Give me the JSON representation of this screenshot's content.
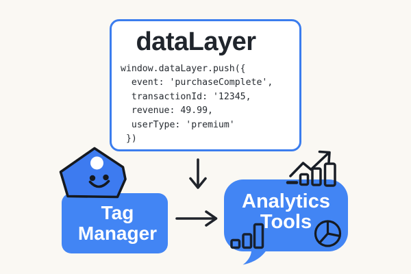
{
  "colors": {
    "background": "#FAF8F3",
    "brand_blue": "#4285F4",
    "tag_icon_blue": "#3D7BF0",
    "panel_border_blue": "#3B7DEE",
    "ink_black": "#20242B",
    "panel_title_color": "#20252C",
    "code_text_color": "#262B31",
    "text_on_blue": "#FFFFFF"
  },
  "panel": {
    "title": "dataLayer",
    "code": "window.dataLayer.push({\n  event: 'purchaseComplete',\n  transactionId: '12345,\n  revenue: 49.99,\n  userType: 'premium'\n })"
  },
  "nodes": {
    "tag_manager": {
      "line1": "Tag",
      "line2": "Manager"
    },
    "analytics_tools": {
      "line1": "Analytics",
      "line2": "Tools"
    }
  },
  "icons": {
    "tag_smiley": "tag-smiley-icon",
    "down_arrow": "down-arrow-icon",
    "right_arrow": "right-arrow-icon",
    "trend_up_arrow": "trend-up-arrow-icon",
    "bar_chart_top": "bar-chart-icon",
    "bar_chart_mini": "mini-bar-chart-icon",
    "pie_chart": "pie-chart-icon",
    "bubble_tail": "speech-bubble-tail"
  }
}
